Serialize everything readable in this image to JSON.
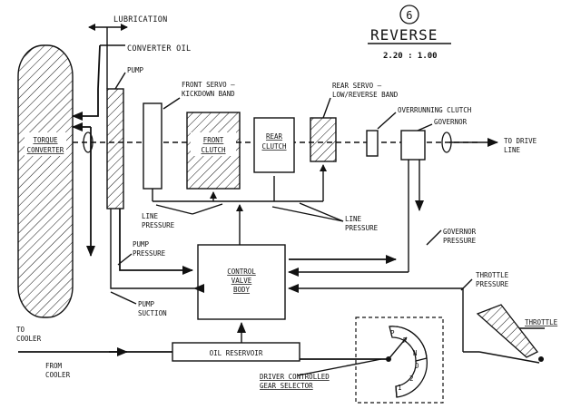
{
  "title": {
    "number": "6",
    "mode": "REVERSE",
    "ratio": "2.20 : 1.00"
  },
  "labels": {
    "lubrication": "LUBRICATION",
    "converter_oil": "CONVERTER OIL",
    "pump": "PUMP",
    "front_servo_line1": "FRONT SERVO —",
    "front_servo_line2": "KICKDOWN BAND",
    "rear_servo_line1": "REAR SERVO —",
    "rear_servo_line2": "LOW/REVERSE BAND",
    "overrunning_clutch": "OVERRUNNING CLUTCH",
    "governor": "GOVERNOR",
    "torque_line1": "TORQUE",
    "torque_line2": "CONVERTER",
    "front_clutch_line1": "FRONT",
    "front_clutch_line2": "CLUTCH",
    "rear_clutch_line1": "REAR",
    "rear_clutch_line2": "CLUTCH",
    "to_drive_line1": "TO DRIVE",
    "to_drive_line2": "LINE",
    "line_pressure_left1": "LINE",
    "line_pressure_left2": "PRESSURE",
    "line_pressure_right1": "LINE",
    "line_pressure_right2": "PRESSURE",
    "governor_pressure1": "GOVERNOR",
    "governor_pressure2": "PRESSURE",
    "pump_pressure1": "PUMP",
    "pump_pressure2": "PRESSURE",
    "control_valve1": "CONTROL",
    "control_valve2": "VALVE",
    "control_valve3": "BODY",
    "throttle_pressure1": "THROTTLE",
    "throttle_pressure2": "PRESSURE",
    "pump_suction1": "PUMP",
    "pump_suction2": "SUCTION",
    "to_cooler1": "TO",
    "to_cooler2": "COOLER",
    "from_cooler1": "FROM",
    "from_cooler2": "COOLER",
    "oil_reservoir": "OIL RESERVOIR",
    "throttle": "THROTTLE",
    "driver_selector1": "DRIVER CONTROLLED",
    "driver_selector2": "GEAR SELECTOR"
  },
  "gear_positions": [
    "P",
    "R",
    "N",
    "D",
    "2",
    "1"
  ]
}
